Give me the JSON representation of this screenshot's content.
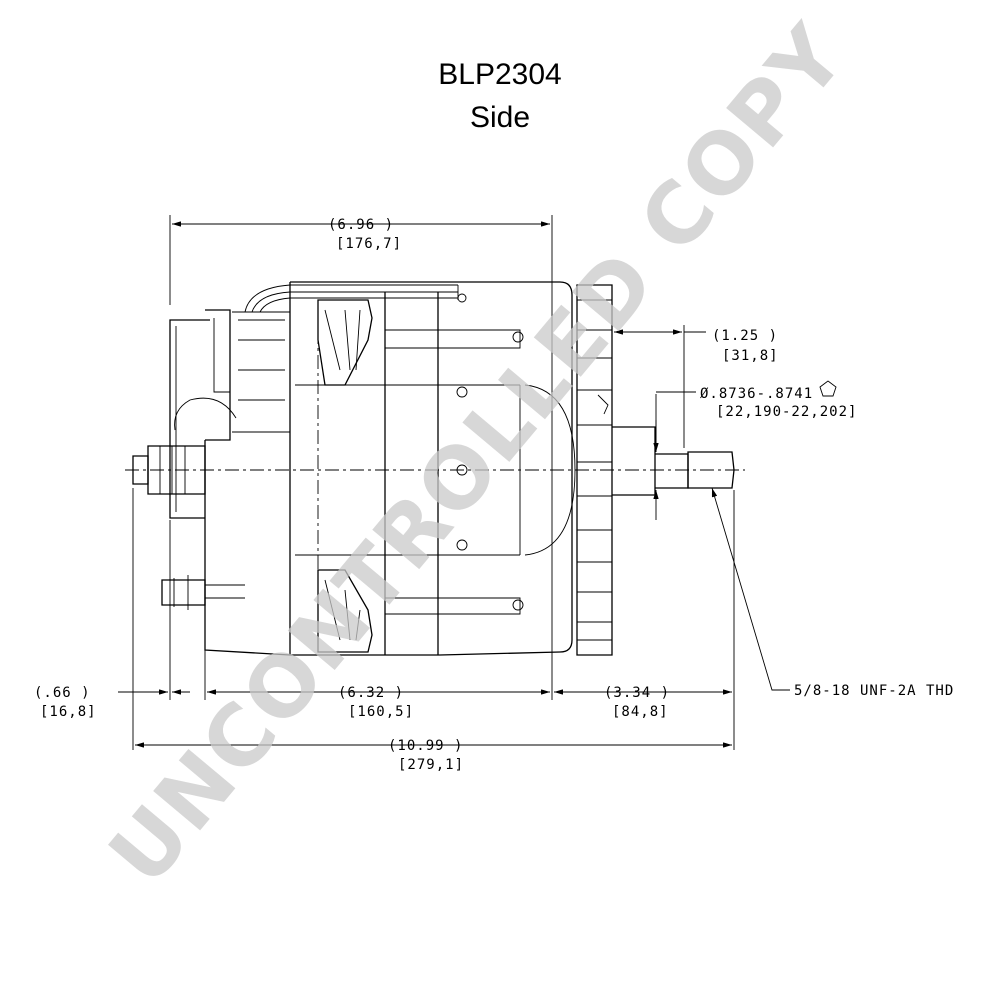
{
  "title": "BLP2304",
  "subtitle": "Side",
  "watermark": "UNCONTROLLED COPY",
  "dimensions": {
    "overall_top": {
      "inch": "(6.96    )",
      "mm": "[176,7]"
    },
    "pulley": {
      "inch": "(1.25    )",
      "mm": "[31,8]"
    },
    "shaft_dia": {
      "inch": "Ø.8736-.8741",
      "mm": "[22,190-22,202]"
    },
    "left_offset": {
      "inch": "(.66    )",
      "mm": "[16,8]"
    },
    "body": {
      "inch": "(6.32    )",
      "mm": "[160,5]"
    },
    "shaft_ext": {
      "inch": "(3.34    )",
      "mm": "[84,8]"
    },
    "overall": {
      "inch": "(10.99    )",
      "mm": "[279,1]"
    },
    "thread": "5/8-18 UNF-2A THD"
  }
}
